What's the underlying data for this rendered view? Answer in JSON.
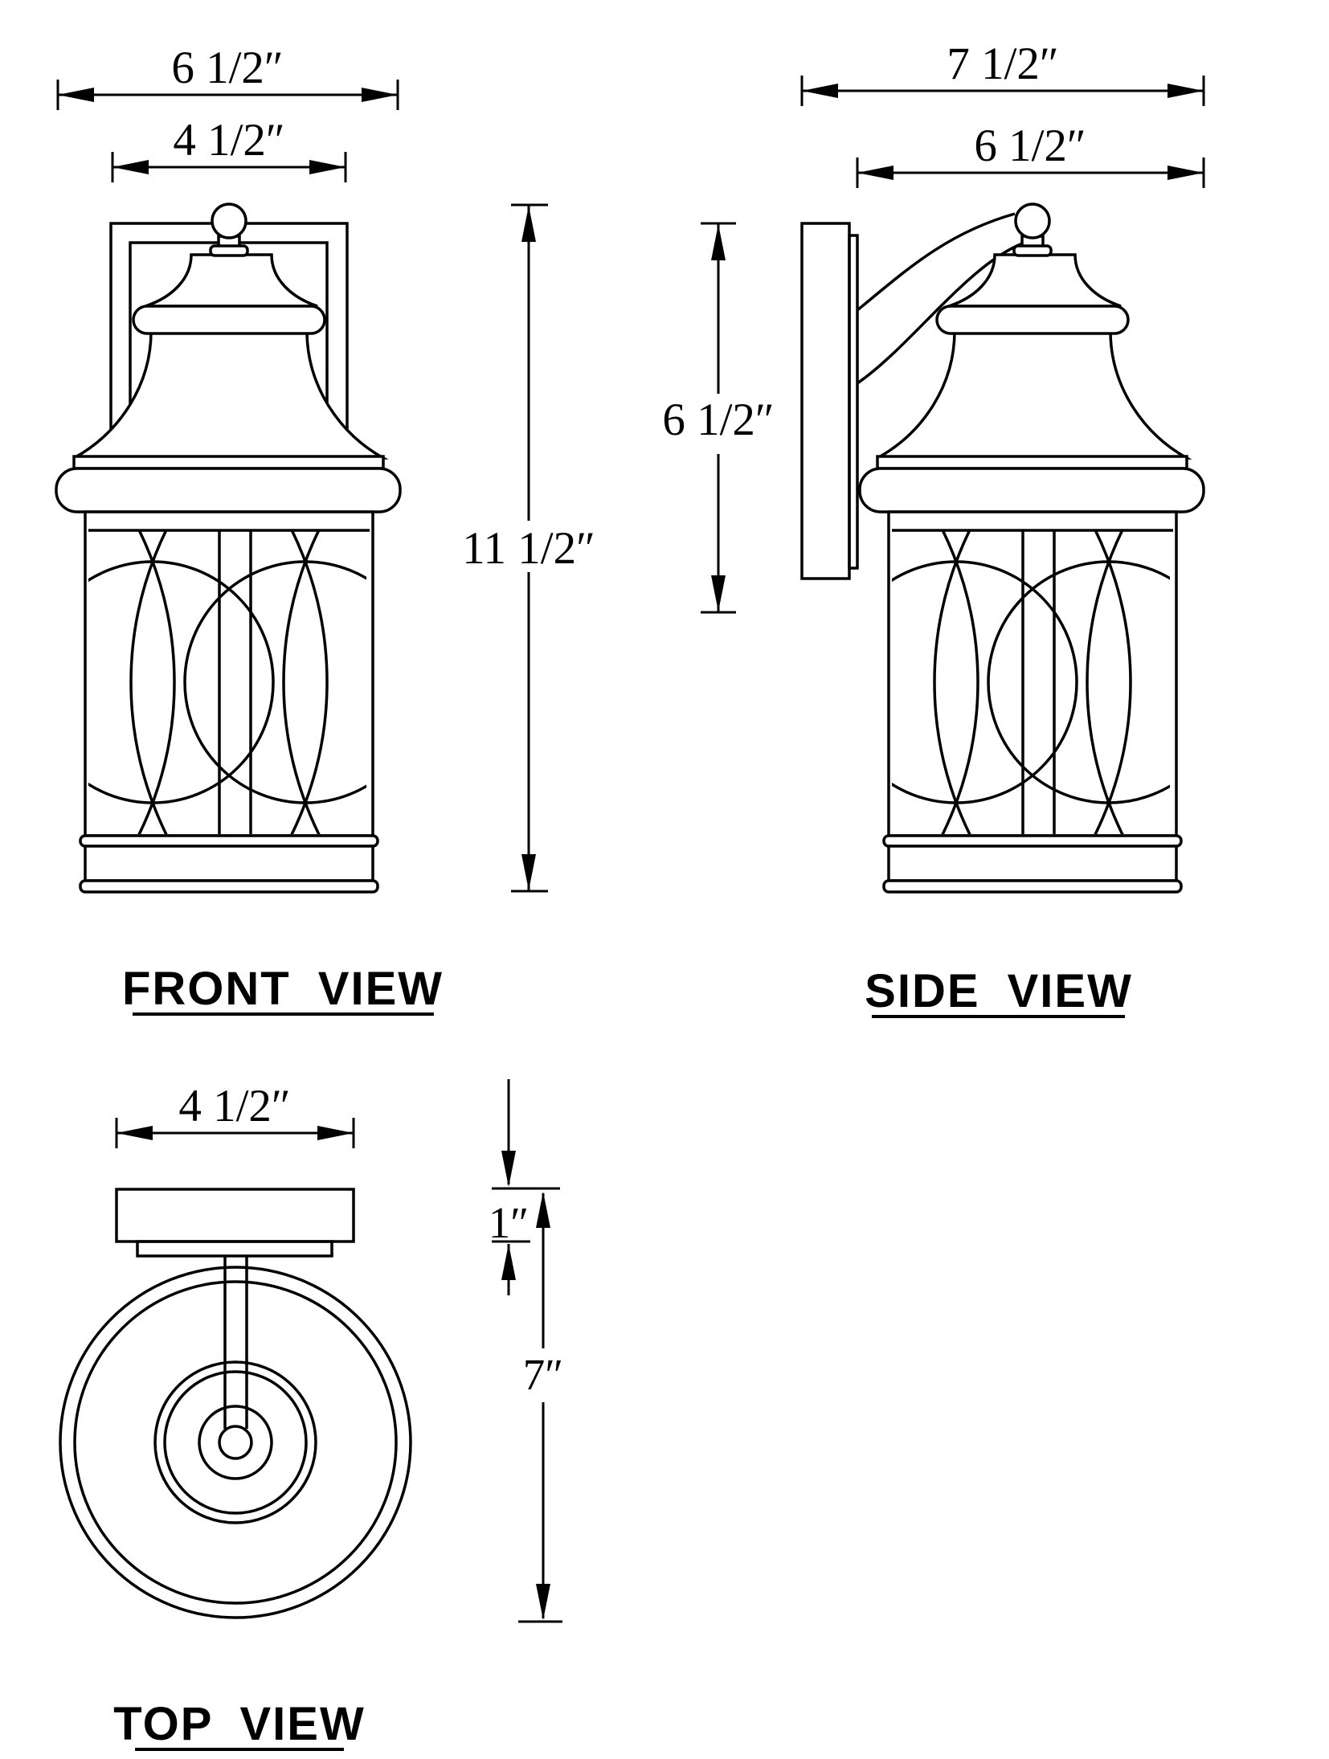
{
  "title": "Wall lantern dimension drawing",
  "colors": {
    "line": "#000000",
    "background": "#ffffff"
  },
  "views": {
    "front": {
      "label": "FRONT VIEW",
      "dims": {
        "overall_width": "6 1/2″",
        "plate_width": "4 1/2″",
        "overall_height": "11 1/2″"
      }
    },
    "side": {
      "label": "SIDE VIEW",
      "dims": {
        "overall_depth": "7 1/2″",
        "lantern_depth": "6 1/2″",
        "plate_height": "6 1/2″"
      }
    },
    "top": {
      "label": "TOP VIEW",
      "dims": {
        "plate_width": "4 1/2″",
        "plate_depth": "1″",
        "total_depth": "7″"
      }
    }
  }
}
